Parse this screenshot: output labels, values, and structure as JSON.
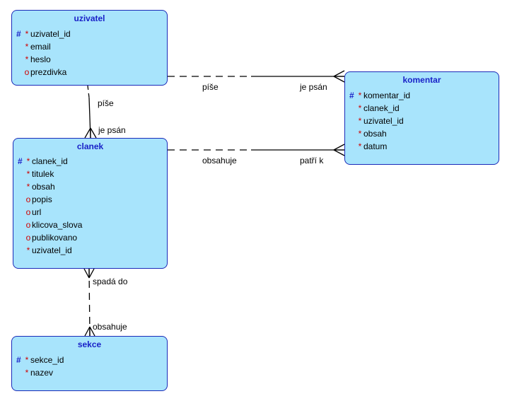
{
  "entities": {
    "uzivatel": {
      "title": "uzivatel",
      "attributes": [
        {
          "pk": "#",
          "mark": "*",
          "name": "uzivatel_id"
        },
        {
          "pk": "",
          "mark": "*",
          "name": "email"
        },
        {
          "pk": "",
          "mark": "*",
          "name": "heslo"
        },
        {
          "pk": "",
          "mark": "o",
          "name": "prezdivka"
        }
      ]
    },
    "komentar": {
      "title": "komentar",
      "attributes": [
        {
          "pk": "#",
          "mark": "*",
          "name": "komentar_id"
        },
        {
          "pk": "",
          "mark": "*",
          "name": "clanek_id"
        },
        {
          "pk": "",
          "mark": "*",
          "name": "uzivatel_id"
        },
        {
          "pk": "",
          "mark": "*",
          "name": "obsah"
        },
        {
          "pk": "",
          "mark": "*",
          "name": "datum"
        }
      ]
    },
    "clanek": {
      "title": "clanek",
      "attributes": [
        {
          "pk": "#",
          "mark": "*",
          "name": "clanek_id"
        },
        {
          "pk": "",
          "mark": "*",
          "name": "titulek"
        },
        {
          "pk": "",
          "mark": "*",
          "name": "obsah"
        },
        {
          "pk": "",
          "mark": "o",
          "name": "popis"
        },
        {
          "pk": "",
          "mark": "o",
          "name": "url"
        },
        {
          "pk": "",
          "mark": "o",
          "name": "klicova_slova"
        },
        {
          "pk": "",
          "mark": "o",
          "name": "publikovano"
        },
        {
          "pk": "",
          "mark": "*",
          "name": "uzivatel_id"
        }
      ]
    },
    "sekce": {
      "title": "sekce",
      "attributes": [
        {
          "pk": "#",
          "mark": "*",
          "name": "sekce_id"
        },
        {
          "pk": "",
          "mark": "*",
          "name": "nazev"
        }
      ]
    }
  },
  "relationships": {
    "uzivatel_komentar": {
      "from_label": "píše",
      "to_label": "je psán"
    },
    "uzivatel_clanek": {
      "from_label": "píše",
      "to_label": "je psán"
    },
    "clanek_komentar": {
      "from_label": "obsahuje",
      "to_label": "patří k"
    },
    "clanek_sekce": {
      "from_label": "spadá do",
      "to_label": "obsahuje"
    }
  },
  "colors": {
    "entity_fill": "#a8e4fc",
    "entity_border": "#1a2ab8",
    "title_text": "#1a22c8",
    "required_mark": "#d00000"
  }
}
